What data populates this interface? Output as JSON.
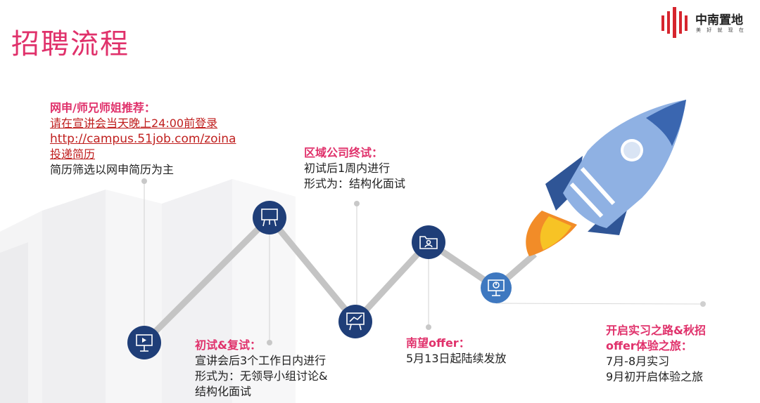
{
  "title": "招聘流程",
  "logo": {
    "name": "中南置地",
    "tagline": "美 好 就 现 在"
  },
  "colors": {
    "accent": "#e0316b",
    "node": "#1f3e78",
    "node_light": "#3e78c0",
    "path": "#bfbfbf",
    "link": "#c0201f"
  },
  "steps": [
    {
      "id": "online",
      "heading": "网申/师兄师姐推荐：",
      "links": [
        "请在宣讲会当天晚上24:00前登录",
        "http://campus.51job.com/zoina",
        "投递简历"
      ],
      "lines": [
        "简历筛选以网申简历为主"
      ],
      "icon": "play-presentation-icon"
    },
    {
      "id": "interview",
      "heading": "初试&复试：",
      "lines": [
        "宣讲会后3个工作日内进行",
        "形式为：无领导小组讨论&",
        "结构化面试"
      ],
      "icon": "whiteboard-icon"
    },
    {
      "id": "final",
      "heading": "区域公司终试：",
      "lines": [
        "初试后1周内进行",
        "形式为：结构化面试"
      ],
      "icon": "chart-board-icon"
    },
    {
      "id": "offer",
      "heading": "南望offer：",
      "lines": [
        "5月13日起陆续发放"
      ],
      "icon": "folder-person-icon"
    },
    {
      "id": "journey",
      "heading": "开启实习之路&秋招",
      "heading2": "offer体验之旅：",
      "lines": [
        "7月-8月实习",
        "9月初开启体验之旅"
      ],
      "icon": "pie-board-icon"
    }
  ]
}
